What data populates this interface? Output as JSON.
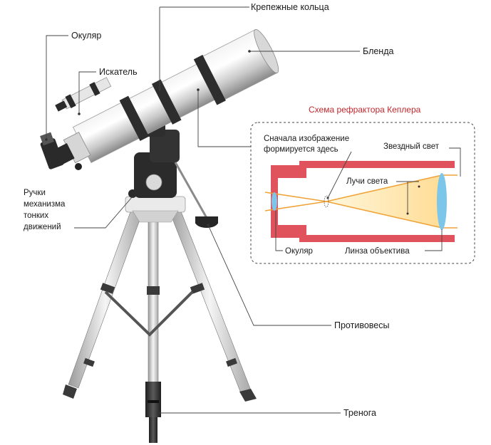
{
  "labels": {
    "rings": "Крепежные кольца",
    "eyepiece": "Окуляр",
    "finder": "Искатель",
    "hood": "Бленда",
    "knobs_1": "Ручки",
    "knobs_2": "механизма",
    "knobs_3": "тонких",
    "knobs_4": "движений",
    "counterweights": "Противовесы",
    "tripod": "Тренога"
  },
  "inset": {
    "title": "Схема рефрактора Кеплера",
    "image_forms_1": "Сначала изображение",
    "image_forms_2": "формируется здесь",
    "star_light": "Звездный свет",
    "light_rays": "Лучи света",
    "eyepiece": "Окуляр",
    "objective": "Линза объектива"
  },
  "colors": {
    "tube_red": "#e0535c",
    "ray_orange": "#f0a338",
    "lens_blue": "#7cc6ea",
    "title_red": "#c0272d"
  }
}
